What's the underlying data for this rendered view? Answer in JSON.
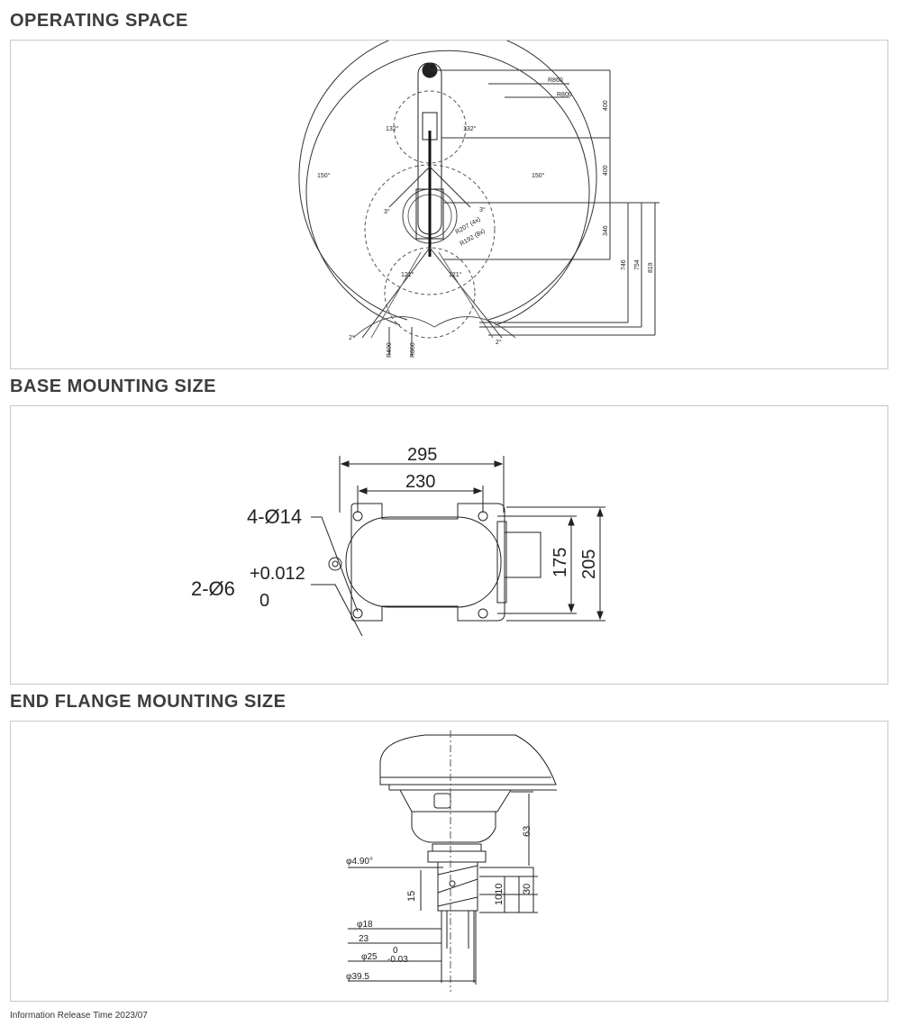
{
  "sections": {
    "operating": {
      "title": "OPERATING SPACE",
      "labels": {
        "r860": "R860",
        "r800": "R800",
        "r400": "R400",
        "r860b": "R860",
        "a132l": "132°",
        "a132r": "132°",
        "a150l": "150°",
        "a150r": "150°",
        "a3l": "3°",
        "a3r": "3°",
        "a2l": "2°",
        "a2r": "2°",
        "a121l": "121°",
        "a121r": "121°",
        "r207": "R207 (4x)",
        "r192": "R192 (8x)",
        "d400a": "400",
        "d400b": "400",
        "d346": "346",
        "d746": "746",
        "d754": "754",
        "d819": "819"
      }
    },
    "base": {
      "title": "BASE MOUNTING SIZE",
      "labels": {
        "w295": "295",
        "w230": "230",
        "h175": "175",
        "h205": "205",
        "holes": "4-Ø14",
        "pins": "2-Ø6",
        "tol_upper": "+0.012",
        "tol_lower": "0"
      }
    },
    "flange": {
      "title": "END FLANGE MOUNTING SIZE",
      "labels": {
        "phi490": "φ4.90°",
        "d15": "15",
        "d1010": "1010",
        "d30": "30",
        "d63": "63",
        "phi18": "φ18",
        "d23": "23",
        "phi25": "φ25",
        "tol0": "0",
        "tolneg": "-0.03",
        "phi395": "φ39.5"
      }
    }
  },
  "footer": "Information Release Time 2023/07"
}
